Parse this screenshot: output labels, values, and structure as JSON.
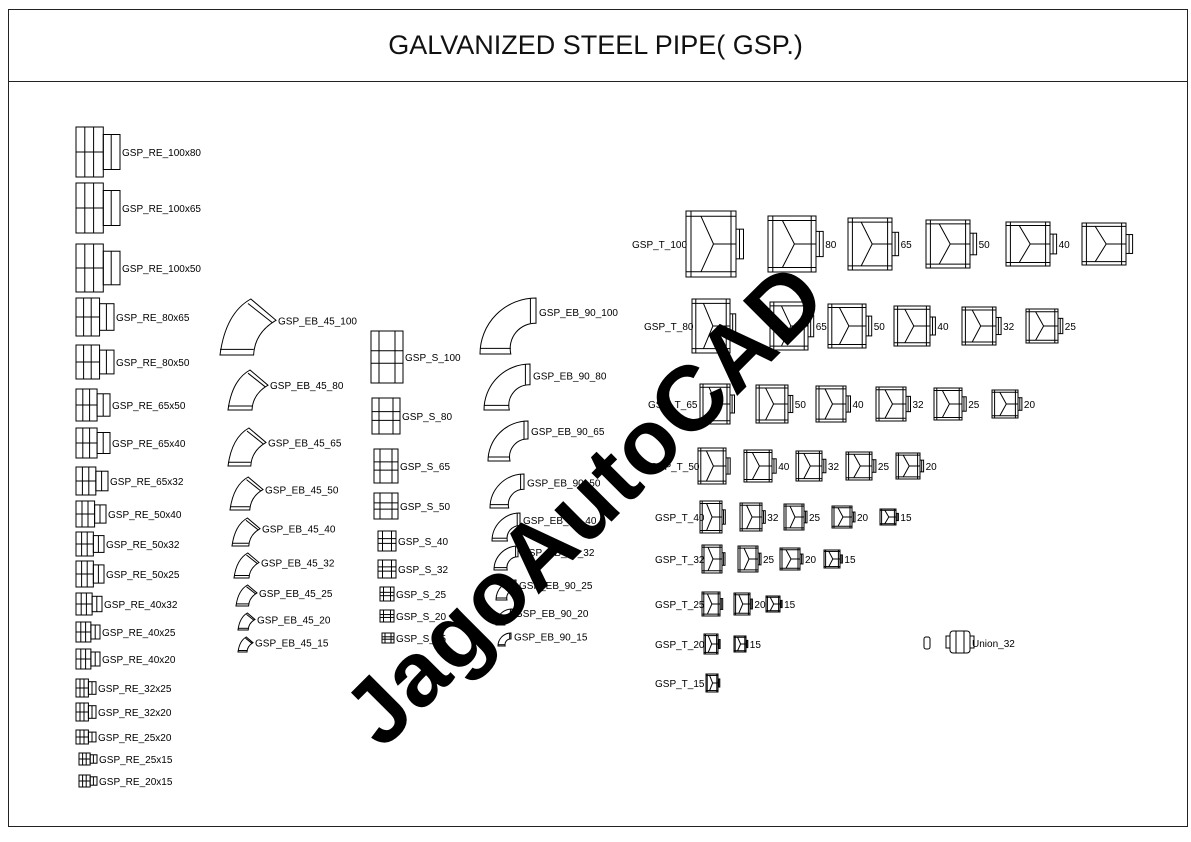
{
  "title": "GALVANIZED STEEL PIPE( GSP.)",
  "watermark": "JagoAutoCAD",
  "reducers": [
    "GSP_RE_100x80",
    "GSP_RE_100x65",
    "GSP_RE_100x50",
    "GSP_RE_80x65",
    "GSP_RE_80x50",
    "GSP_RE_65x50",
    "GSP_RE_65x40",
    "GSP_RE_65x32",
    "GSP_RE_50x40",
    "GSP_RE_50x32",
    "GSP_RE_50x25",
    "GSP_RE_40x32",
    "GSP_RE_40x25",
    "GSP_RE_40x20",
    "GSP_RE_32x25",
    "GSP_RE_32x20",
    "GSP_RE_25x20",
    "GSP_RE_25x15",
    "GSP_RE_20x15"
  ],
  "elbows_45": [
    "GSP_EB_45_100",
    "GSP_EB_45_80",
    "GSP_EB_45_65",
    "GSP_EB_45_50",
    "GSP_EB_45_40",
    "GSP_EB_45_32",
    "GSP_EB_45_25",
    "GSP_EB_45_20",
    "GSP_EB_45_15"
  ],
  "sockets": [
    "GSP_S_100",
    "GSP_S_80",
    "GSP_S_65",
    "GSP_S_50",
    "GSP_S_40",
    "GSP_S_32",
    "GSP_S_25",
    "GSP_S_20",
    "GSP_S_15"
  ],
  "elbows_90": [
    "GSP_EB_90_100",
    "GSP_EB_90_80",
    "GSP_EB_90_65",
    "GSP_EB_90_50",
    "GSP_EB_90_40",
    "GSP_EB_90_32",
    "GSP_EB_90_25",
    "GSP_EB_90_20",
    "GSP_EB_90_15"
  ],
  "tees": [
    {
      "label": "GSP_T_100",
      "branches": [
        "80",
        "65",
        "50",
        "40",
        ""
      ]
    },
    {
      "label": "GSP_T_80",
      "branches": [
        "65",
        "50",
        "40",
        "32",
        "25"
      ]
    },
    {
      "label": "GSP_T_65",
      "branches": [
        "50",
        "40",
        "32",
        "25",
        "20"
      ]
    },
    {
      "label": "GSP_T_50",
      "branches": [
        "40",
        "32",
        "25",
        "20"
      ]
    },
    {
      "label": "GSP_T_40",
      "branches": [
        "32",
        "25",
        "20",
        "15"
      ]
    },
    {
      "label": "GSP_T_32",
      "branches": [
        "25",
        "20",
        "15"
      ]
    },
    {
      "label": "GSP_T_25",
      "branches": [
        "20",
        "15"
      ]
    },
    {
      "label": "GSP_T_20",
      "branches": [
        "15"
      ]
    },
    {
      "label": "GSP_T_15",
      "branches": []
    }
  ],
  "union": {
    "label": "Union_32"
  }
}
